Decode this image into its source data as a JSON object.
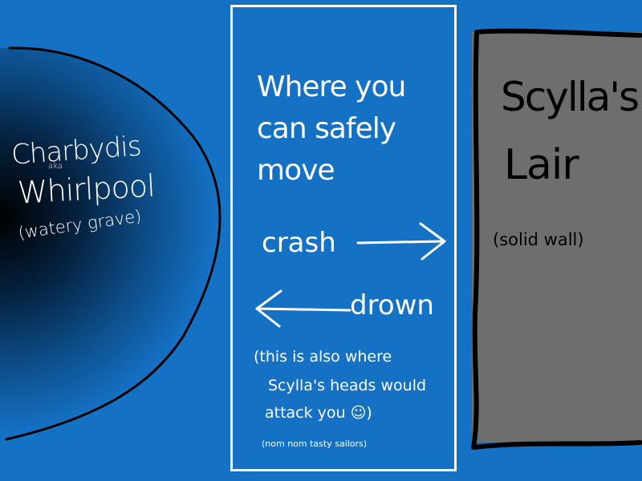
{
  "whirlpool": {
    "name_line": "Charbydis",
    "aka": "aka",
    "alias": "Whirlpool",
    "note": "(watery grave)"
  },
  "safe_zone": {
    "title_lines": [
      "Where you",
      "can safely",
      "move"
    ],
    "crash_label": "crash",
    "drown_label": "drown",
    "note_lines": [
      "(this is also where",
      "Scylla's heads would",
      "attack you ☺)"
    ],
    "nom_note": "(nom nom tasty sailors)"
  },
  "wall": {
    "title_lines": [
      "Scylla's",
      "Lair"
    ],
    "note": "(solid wall)"
  },
  "colors": {
    "sea": "#1571c4",
    "whirlpool_core": "#000000",
    "wall": "#6e6e6e",
    "ink_light": "#ffffff",
    "ink_dark": "#000000"
  }
}
